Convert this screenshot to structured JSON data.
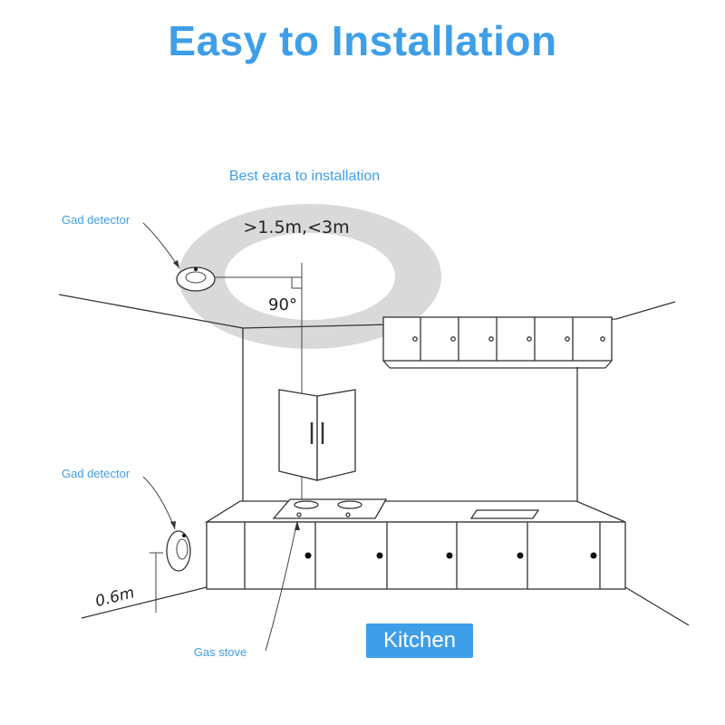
{
  "headline": "Easy to Installation",
  "best_area_label": "Best eara to installation",
  "distance_label": ">1.5m,<3m",
  "angle_label": "90°",
  "ceiling_detector_label": "Gad detector",
  "wall_detector_label": "Gad detector",
  "height_label": "0.6m",
  "stove_label": "Gas stove",
  "room_label": "Kitchen",
  "colors": {
    "accent": "#3f9ee8",
    "ring": "#d9d9d9",
    "line": "#333333"
  }
}
